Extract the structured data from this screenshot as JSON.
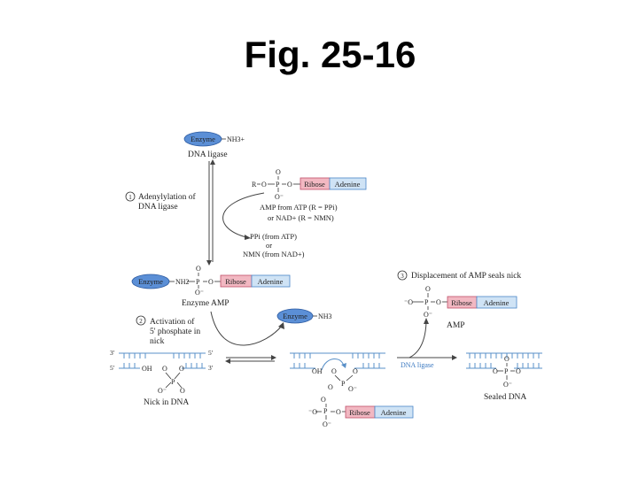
{
  "title": "Fig. 25-16",
  "labels": {
    "enzyme": "Enzyme",
    "nh3_plus": "NH3+",
    "nh2": "NH2",
    "nh3": "NH3",
    "ribose": "Ribose",
    "adenine": "Adenine",
    "dna_ligase": "DNA ligase",
    "step1_num": "1",
    "step1_line1": "Adenylylation of",
    "step1_line2": "DNA ligase",
    "amp_from_atp": "AMP from ATP (R = PPi)",
    "or_nad": "or NAD+ (R = NMN)",
    "ppi_from_atp": "PPi (from ATP)",
    "or": "or",
    "nmn_from_nad": "NMN (from NAD+)",
    "enzyme_amp": "Enzyme AMP",
    "step2_num": "2",
    "step2_line1": "Activation of",
    "step2_line2": "5' phosphate in",
    "step2_line3": "nick",
    "step3_num": "3",
    "step3_text": "Displacement of AMP seals nick",
    "amp": "AMP",
    "nick_in_dna": "Nick in DNA",
    "sealed_dna": "Sealed DNA",
    "dna_ligase_blue": "DNA ligase",
    "r": "R",
    "o": "O",
    "o_minus": "O⁻",
    "minus_o": "⁻O",
    "p": "P",
    "oh": "OH",
    "three_prime": "3'",
    "five_prime": "5'"
  }
}
